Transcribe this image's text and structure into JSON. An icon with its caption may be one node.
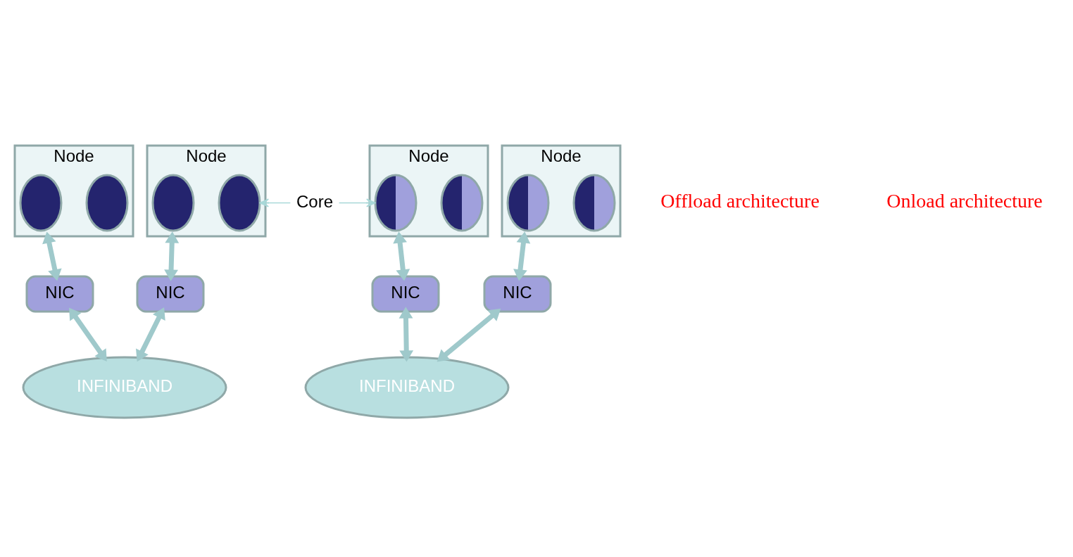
{
  "diagram": {
    "nodes": [
      {
        "text": [
          "Node"
        ]
      },
      {
        "text": [],
        "shape": "ellipse",
        "in": 0
      },
      {
        "text": [],
        "shape": "ellipse",
        "in": 0
      },
      {
        "text": [
          "Node"
        ]
      },
      {
        "text": [],
        "shape": "ellipse",
        "in": 3
      },
      {
        "text": [],
        "shape": "ellipse",
        "in": 3
      },
      {
        "text": [
          "Core"
        ]
      },
      {
        "text": [
          "Node"
        ]
      },
      {
        "text": [],
        "shape": "ellipse",
        "in": 7
      },
      {
        "text": [],
        "shape": "ellipse",
        "in": 7
      },
      {
        "text": [
          "Node"
        ]
      },
      {
        "text": [],
        "shape": "ellipse",
        "in": 10
      },
      {
        "text": [],
        "shape": "ellipse",
        "in": 10
      },
      {
        "text": [
          "NIC"
        ]
      },
      {
        "text": [
          "NIC"
        ]
      },
      {
        "text": [
          "NIC"
        ]
      },
      {
        "text": [
          "NIC"
        ]
      },
      {
        "text": [
          "INFINIBAND"
        ]
      },
      {
        "text": [
          "INFINIBAND"
        ]
      }
    ],
    "edges": [
      {
        "from": 0,
        "to": 13,
        "arrow": "both"
      },
      {
        "from": 3,
        "to": 14,
        "arrow": "both"
      },
      {
        "from": 6,
        "to": 5,
        "arrow": "to",
        "color": "#a8d8d8"
      },
      {
        "from": 6,
        "to": 8,
        "arrow": "to",
        "color": "#a8d8d8"
      },
      {
        "from": 7,
        "to": 15,
        "arrow": "both"
      },
      {
        "from": 10,
        "to": 16,
        "arrow": "both"
      },
      {
        "from": 13,
        "to": 17,
        "arrow": "both"
      },
      {
        "from": 14,
        "to": 17,
        "arrow": "both"
      },
      {
        "from": 15,
        "to": 18,
        "arrow": "both"
      },
      {
        "from": 16,
        "to": 18,
        "arrow": "both"
      }
    ],
    "labels": [
      "Offload architecture",
      "Onload architecture"
    ]
  }
}
